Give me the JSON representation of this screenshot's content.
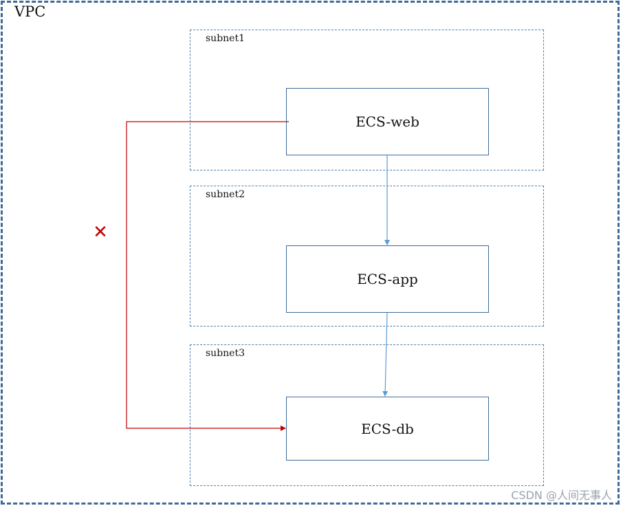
{
  "vpc": {
    "label": "VPC"
  },
  "subnets": [
    {
      "label": "subnet1"
    },
    {
      "label": "subnet2"
    },
    {
      "label": "subnet3"
    }
  ],
  "instances": {
    "web": "ECS-web",
    "app": "ECS-app",
    "db": "ECS-db"
  },
  "blocked_marker": "✕",
  "watermark": "CSDN @人间无事人",
  "colors": {
    "frame": "#3d6a96",
    "allowed_link": "#5b9bd5",
    "blocked_link": "#c00000"
  }
}
